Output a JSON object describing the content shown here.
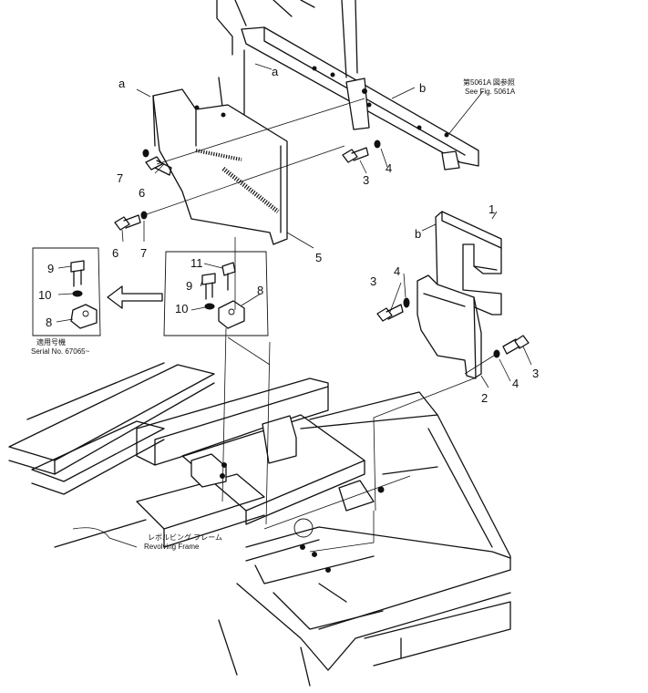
{
  "labels": {
    "a_left": "a",
    "a_right": "a",
    "b_top": "b",
    "b_mid": "b",
    "p1": "1",
    "p2": "2",
    "p3_top": "3",
    "p3_left": "3",
    "p3_right": "3",
    "p4_top": "4",
    "p4_left": "4",
    "p4_right": "4",
    "p5": "5",
    "p6_top": "6",
    "p6_left": "6",
    "p7_top": "7",
    "p7_left": "7",
    "p8_box": "8",
    "p8_inset": "8",
    "p9_box": "9",
    "p9_inset": "9",
    "p10_box": "10",
    "p10_inset": "10",
    "p11_box": "11"
  },
  "notes": {
    "see_fig_jp": "第5061A 図参照",
    "see_fig_en": "See Fig. 5061A",
    "serial_jp": "適用号機",
    "serial_en": "Serial No. 67065~",
    "frame_jp": "レボルビング フレーム",
    "frame_en": "Revolving Frame"
  }
}
